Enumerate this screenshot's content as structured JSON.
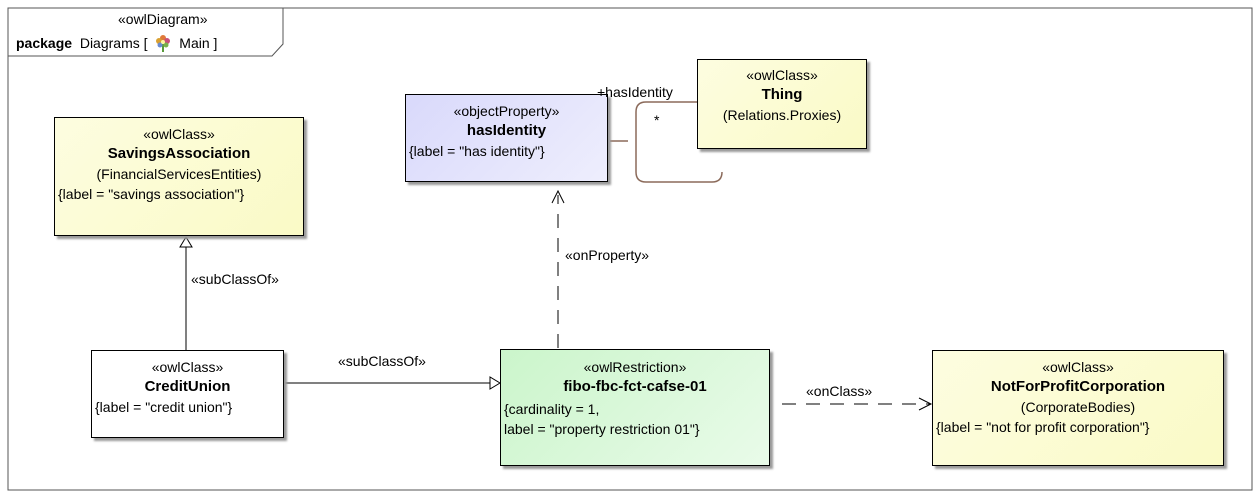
{
  "frame": {
    "stereotype": "«owlDiagram»",
    "keyword": "package",
    "name": "Diagrams [",
    "main_label": "Main ]"
  },
  "boxes": {
    "savings": {
      "stereotype": "«owlClass»",
      "name": "SavingsAssociation",
      "package": "(FinancialServicesEntities)",
      "tag": "{label = \"savings association\"}"
    },
    "hasidentity": {
      "stereotype": "«objectProperty»",
      "name": "hasIdentity",
      "tag": "{label = \"has identity\"}"
    },
    "thing": {
      "stereotype": "«owlClass»",
      "name": "Thing",
      "package": "(Relations.Proxies)"
    },
    "creditunion": {
      "stereotype": "«owlClass»",
      "name": "CreditUnion",
      "tag": "{label = \"credit union\"}"
    },
    "restriction": {
      "stereotype": "«owlRestriction»",
      "name": "fibo-fbc-fct-cafse-01",
      "tag1": "{cardinality = 1,",
      "tag2": "label = \"property restriction 01\"}"
    },
    "notforprofit": {
      "stereotype": "«owlClass»",
      "name": "NotForProfitCorporation",
      "package": "(CorporateBodies)",
      "tag": "{label = \"not for profit corporation\"}"
    }
  },
  "labels": {
    "subclass1": "«subClassOf»",
    "subclass2": "«subClassOf»",
    "onproperty": "«onProperty»",
    "onclass": "«onClass»",
    "hasidentity_role": "+hasIdentity",
    "multiplicity": "*"
  }
}
